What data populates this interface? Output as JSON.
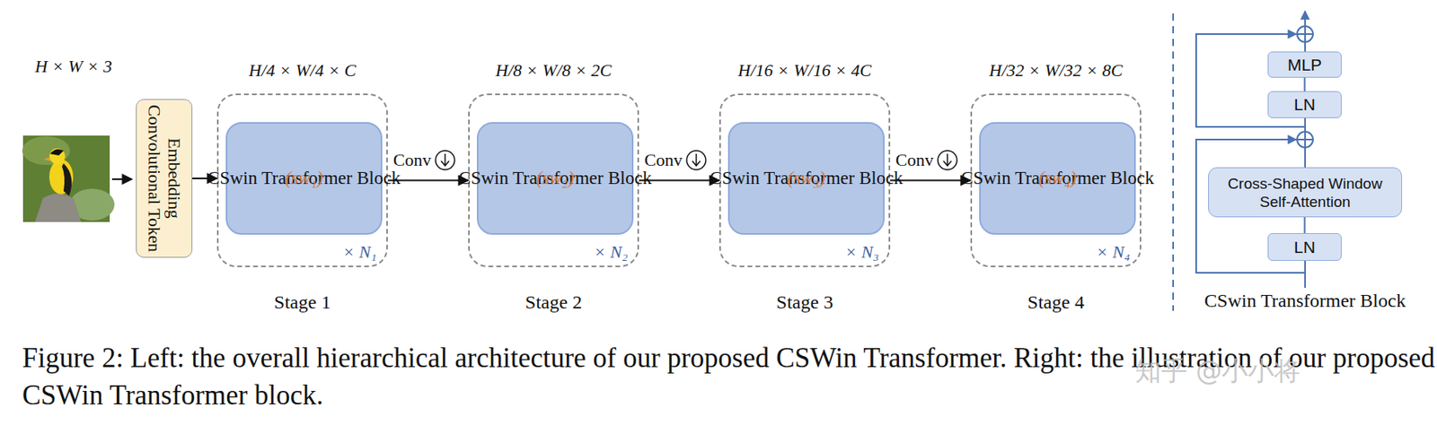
{
  "diagram": {
    "caption": "Figure 2: Left: the overall hierarchical architecture of our proposed CSWin Transformer. Right: the illustration of our proposed CSWin Transformer block.",
    "nodes": [
      {
        "text": [
          "Convolutional Token Embedding"
        ]
      },
      {
        "text": [
          "H/4 × W/4 × C",
          "× N₁",
          "Stage 1"
        ]
      },
      {
        "text": [
          "CSwin Transformer Block",
          "(sw₁)"
        ],
        "in": 1
      },
      {
        "text": [
          "H/8 × W/8 × 2C",
          "× N₂",
          "Stage 2"
        ]
      },
      {
        "text": [
          "CSwin Transformer Block",
          "(sw₂)"
        ],
        "in": 3
      },
      {
        "text": [
          "H/16 × W/16 × 4C",
          "× N₃",
          "Stage 3"
        ]
      },
      {
        "text": [
          "CSwin Transformer Block",
          "(sw₃)"
        ],
        "in": 5
      },
      {
        "text": [
          "H/32 × W/32 × 8C",
          "× N₄",
          "Stage 4"
        ]
      },
      {
        "text": [
          "CSwin Transformer Block",
          "(sw₄)"
        ],
        "in": 7
      },
      {
        "text": [
          "MLP"
        ]
      },
      {
        "text": [
          "LN"
        ]
      },
      {
        "text": [
          "Cross-Shaped Window Self-Attention"
        ]
      },
      {
        "text": [
          "LN"
        ]
      }
    ],
    "edges": [
      {
        "from": 0,
        "to": 1,
        "arrow": "to"
      },
      {
        "from": 1,
        "to": 3,
        "label": "Conv",
        "arrow": "to"
      },
      {
        "from": 3,
        "to": 5,
        "label": "Conv",
        "arrow": "to"
      },
      {
        "from": 5,
        "to": 7,
        "label": "Conv",
        "arrow": "to"
      },
      {
        "from": 12,
        "to": 11,
        "arrow": "none"
      },
      {
        "from": 11,
        "to": 10,
        "arrow": "none"
      },
      {
        "from": 10,
        "to": 9,
        "arrow": "none"
      }
    ],
    "labels": [
      "H × W × 3",
      "CSwin Transformer Block",
      "知乎 @小小将"
    ]
  }
}
